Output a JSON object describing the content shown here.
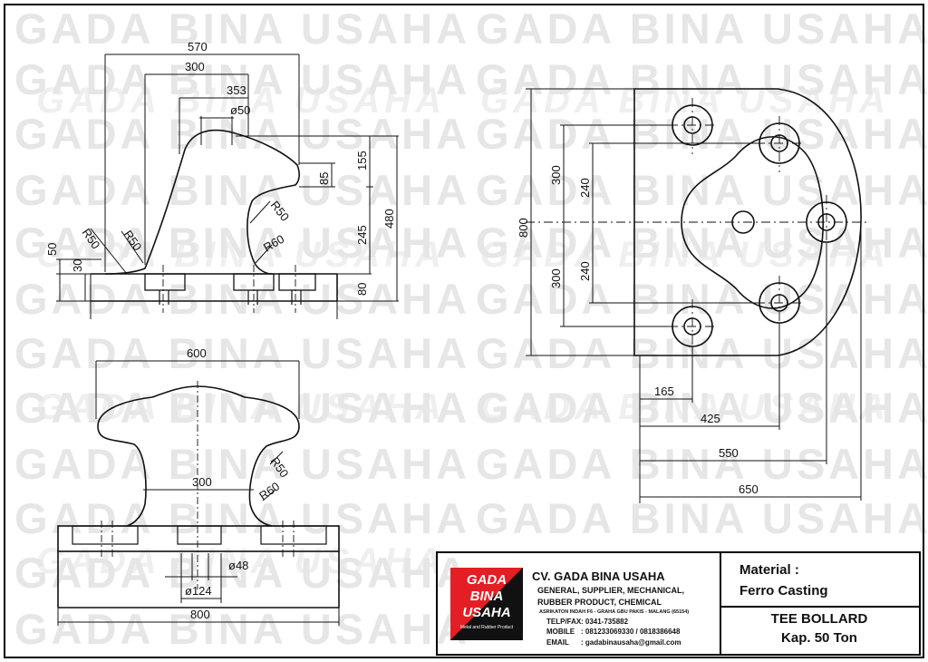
{
  "watermark": {
    "text": "GADA BINA USAHA"
  },
  "drawing": {
    "side_view": {
      "dims": [
        "570",
        "300",
        "353",
        "ø50",
        "155",
        "85",
        "480",
        "245",
        "R50",
        "R60",
        "80",
        "R50",
        "R50",
        "50",
        "30"
      ]
    },
    "front_view": {
      "dims": [
        "600",
        "R50",
        "R60",
        "300",
        "ø48",
        "ø124",
        "800"
      ]
    },
    "plan_view": {
      "dims": [
        "800",
        "300",
        "240",
        "240",
        "300",
        "165",
        "425",
        "550",
        "650"
      ]
    }
  },
  "title_block": {
    "logo": {
      "line1": "GADA",
      "line2": "BINA",
      "line3": "USAHA",
      "tagline": "Metal and Rubber Product"
    },
    "company": {
      "name": "CV. GADA BINA USAHA",
      "line1": "GENERAL, SUPPLIER, MECHANICAL,",
      "line2": "RUBBER PRODUCT, CHEMICAL",
      "address": "ASRIKATON INDAH F6 - GRAHA GBU PAKIS - MALANG (65154)",
      "contacts": [
        {
          "key": "TELP/FAX",
          "value": ": 0341-735882"
        },
        {
          "key": "MOBILE",
          "value": ": 081233069330 / 0818386648"
        },
        {
          "key": "EMAIL",
          "value": ": gadabinausaha@gmail.com"
        }
      ]
    },
    "material": {
      "label": "Material :",
      "value": "Ferro Casting"
    },
    "product": {
      "name": "TEE BOLLARD",
      "capacity": "Kap. 50 Ton"
    }
  },
  "colors": {
    "logo_red": "#e31e24",
    "logo_black": "#111111",
    "line": "#111111"
  }
}
